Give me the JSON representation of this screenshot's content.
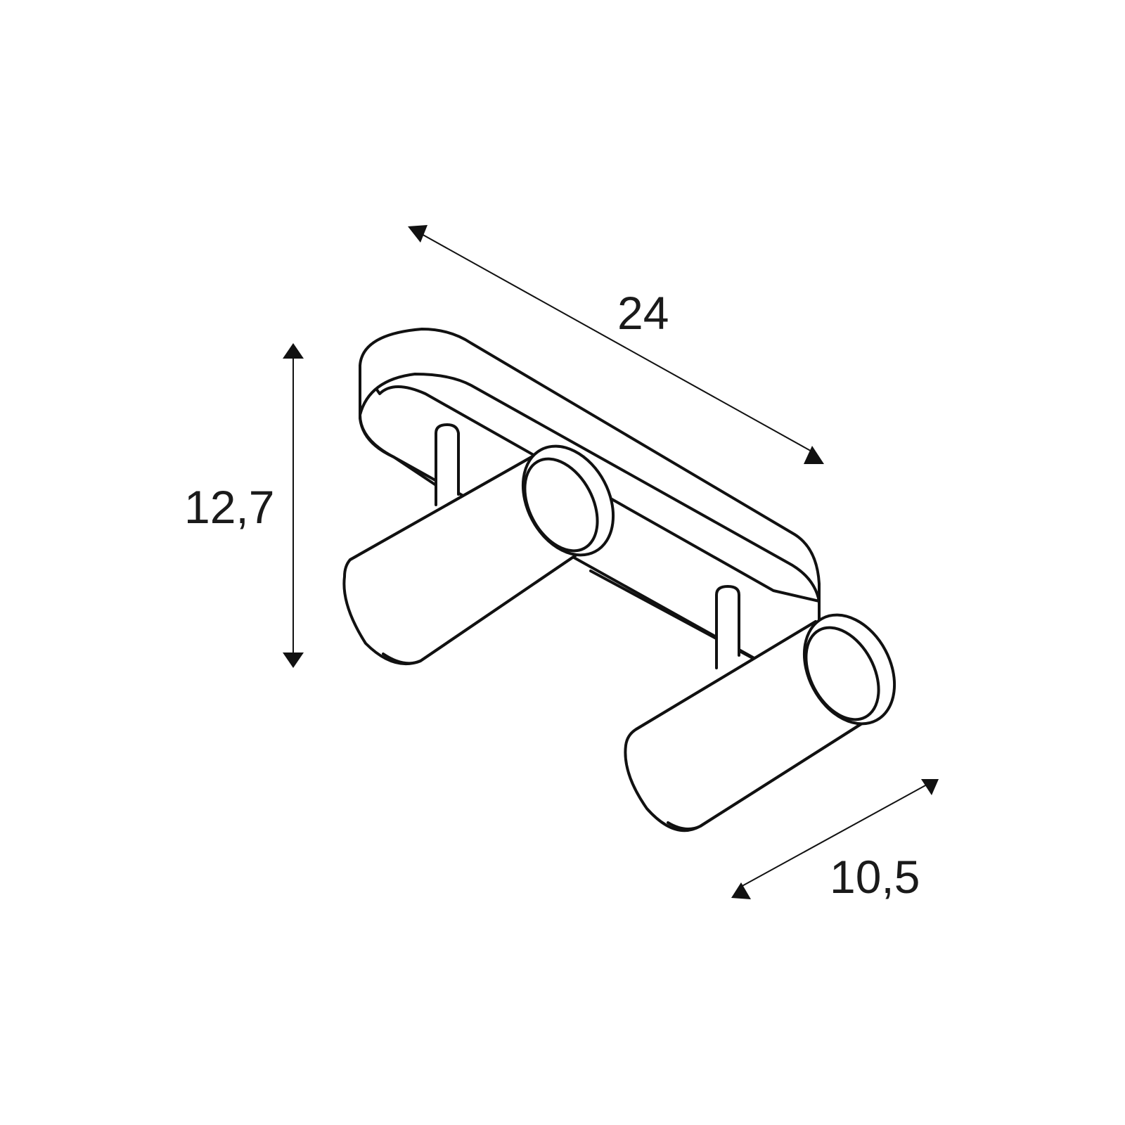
{
  "diagram": {
    "subject": "twin spot light on oval base plate, isometric line drawing",
    "colors": {
      "line": "#111111",
      "background": "#ffffff",
      "text": "#1a1a1a"
    },
    "dimensions": {
      "length": {
        "label": "24"
      },
      "height": {
        "label": "12,7"
      },
      "depth": {
        "label": "10,5"
      }
    },
    "parts": [
      "base-plate",
      "stem-left",
      "stem-right",
      "spot-head-left",
      "spot-head-right"
    ]
  }
}
